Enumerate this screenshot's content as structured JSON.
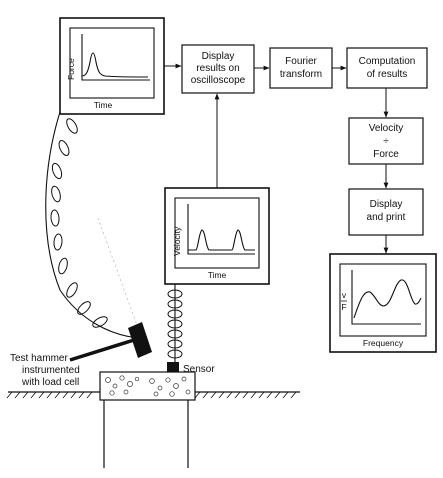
{
  "force_panel": {
    "y_label": "Force",
    "x_label": "Time"
  },
  "velocity_panel": {
    "y_label": "Velocity",
    "x_label": "Time"
  },
  "frequency_panel": {
    "y_label_top": "v",
    "y_label_bottom": "F",
    "x_label": "Frequency"
  },
  "boxes": {
    "oscilloscope": [
      "Display",
      "results on",
      "oscilloscope"
    ],
    "fourier": [
      "Fourier",
      "transform"
    ],
    "computation": [
      "Computation",
      "of results"
    ],
    "velocity_force": [
      "Velocity",
      "÷",
      "Force"
    ],
    "display_print": [
      "Display",
      "and print"
    ]
  },
  "labels": {
    "hammer": [
      "Test hammer",
      "instrumented",
      "with load cell"
    ],
    "sensor": "Sensor"
  }
}
